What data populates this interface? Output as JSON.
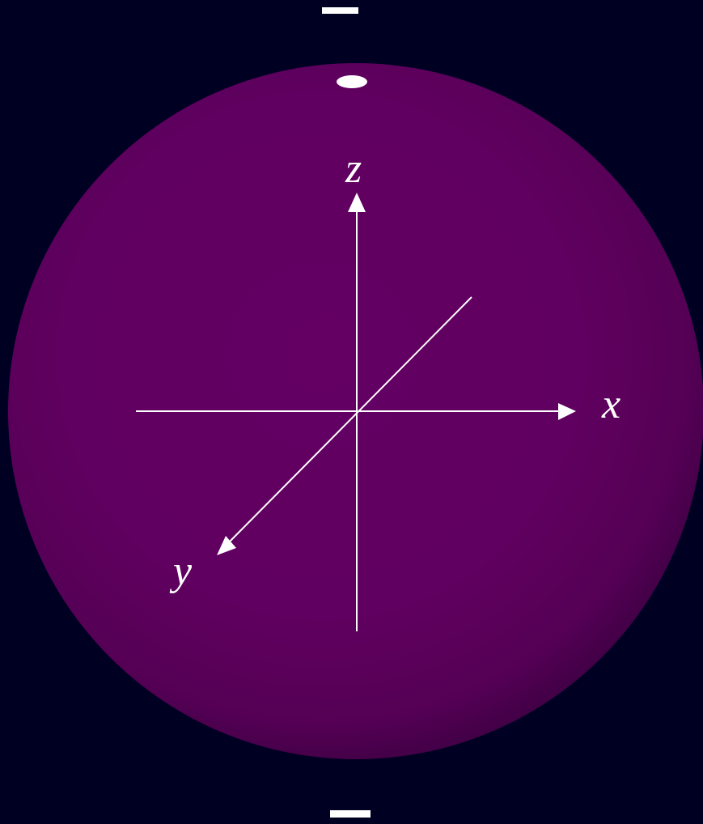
{
  "diagram": {
    "background_color": "#000022",
    "sphere_color": "#5f005f",
    "line_color": "#ffffff",
    "axes": {
      "x_label": "x",
      "y_label": "y",
      "z_label": "z"
    }
  }
}
